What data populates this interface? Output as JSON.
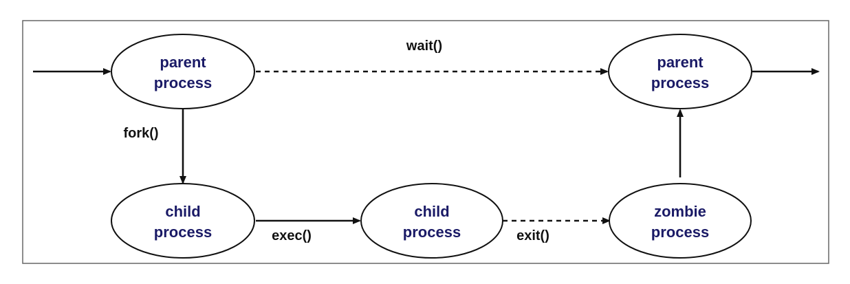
{
  "nodes": {
    "parent_start": {
      "line1": "parent",
      "line2": "process"
    },
    "parent_end": {
      "line1": "parent",
      "line2": "process"
    },
    "child_forked": {
      "line1": "child",
      "line2": "process"
    },
    "child_exec": {
      "line1": "child",
      "line2": "process"
    },
    "zombie": {
      "line1": "zombie",
      "line2": "process"
    }
  },
  "edges": {
    "wait": "wait()",
    "fork": "fork()",
    "exec": "exec()",
    "exit": "exit()"
  },
  "colors": {
    "node_text": "#1a1a66",
    "edge_text": "#111111",
    "stroke": "#111111"
  }
}
